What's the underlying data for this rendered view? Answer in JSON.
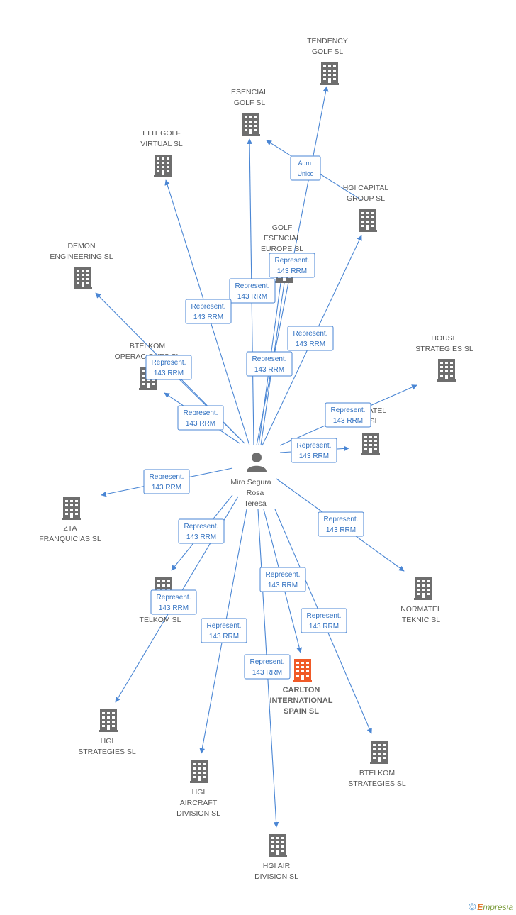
{
  "center": {
    "lines": [
      "Miro Segura",
      "Rosa",
      "Teresa"
    ]
  },
  "companies": [
    {
      "id": "tendency",
      "lines": [
        "TENDENCY",
        "GOLF  SL"
      ],
      "highlight": false
    },
    {
      "id": "esencial",
      "lines": [
        "ESENCIAL",
        "GOLF  SL"
      ],
      "highlight": false
    },
    {
      "id": "elit",
      "lines": [
        "ELIT GOLF",
        "VIRTUAL  SL"
      ],
      "highlight": false
    },
    {
      "id": "hgicapital",
      "lines": [
        "HGI CAPITAL",
        "GROUP SL"
      ],
      "highlight": false
    },
    {
      "id": "golfeurope",
      "lines": [
        "GOLF",
        "ESENCIAL",
        "EUROPE  SL"
      ],
      "highlight": false
    },
    {
      "id": "demon",
      "lines": [
        "DEMON",
        "ENGINEERING SL"
      ],
      "highlight": false
    },
    {
      "id": "btelkomop",
      "lines": [
        "BTELKOM",
        "OPERACIONES SL"
      ],
      "highlight": false
    },
    {
      "id": "house",
      "lines": [
        "HOUSE",
        "STRATEGIES SL"
      ],
      "highlight": false
    },
    {
      "id": "normatel",
      "lines": [
        "...ATEL",
        "SL"
      ],
      "highlight": false
    },
    {
      "id": "zta",
      "lines": [
        "ZTA",
        "FRANQUICIAS SL"
      ],
      "highlight": false
    },
    {
      "id": "nctelkom",
      "lines": [
        "NC...",
        "TELKOM SL"
      ],
      "highlight": false
    },
    {
      "id": "normatelteknic",
      "lines": [
        "NORMATEL",
        "TEKNIC SL"
      ],
      "highlight": false
    },
    {
      "id": "carlton",
      "lines": [
        "CARLTON",
        "INTERNATIONAL",
        "SPAIN SL"
      ],
      "highlight": true
    },
    {
      "id": "hgistrat",
      "lines": [
        "HGI",
        "STRATEGIES SL"
      ],
      "highlight": false
    },
    {
      "id": "btelkomstrat",
      "lines": [
        "BTELKOM",
        "STRATEGIES SL"
      ],
      "highlight": false
    },
    {
      "id": "hgiaircraft",
      "lines": [
        "HGI",
        "AIRCRAFT",
        "DIVISION SL"
      ],
      "highlight": false
    },
    {
      "id": "hgiair",
      "lines": [
        "HGI AIR",
        "DIVISION SL"
      ],
      "highlight": false
    }
  ],
  "relations": [
    {
      "id": "r1",
      "lines": [
        "Represent.",
        "143 RRM"
      ]
    },
    {
      "id": "r2",
      "lines": [
        "Represent.",
        "143 RRM"
      ]
    },
    {
      "id": "r3",
      "lines": [
        "Represent.",
        "143 RRM"
      ]
    },
    {
      "id": "r4",
      "lines": [
        "Represent.",
        "143 RRM"
      ]
    },
    {
      "id": "r5",
      "lines": [
        "Represent.",
        "143 RRM"
      ]
    },
    {
      "id": "r6",
      "lines": [
        "Represent.",
        "143 RRM"
      ]
    },
    {
      "id": "r7",
      "lines": [
        "Represent.",
        "143 RRM"
      ]
    },
    {
      "id": "r8",
      "lines": [
        "Represent.",
        "143 RRM"
      ]
    },
    {
      "id": "r9",
      "lines": [
        "Represent.",
        "143 RRM"
      ]
    },
    {
      "id": "r10",
      "lines": [
        "Represent.",
        "143 RRM"
      ]
    },
    {
      "id": "r11",
      "lines": [
        "Represent.",
        "143 RRM"
      ]
    },
    {
      "id": "r12",
      "lines": [
        "Represent.",
        "143 RRM"
      ]
    },
    {
      "id": "r13",
      "lines": [
        "Represent.",
        "143 RRM"
      ]
    },
    {
      "id": "r14",
      "lines": [
        "Represent.",
        "143 RRM"
      ]
    },
    {
      "id": "r15",
      "lines": [
        "Represent.",
        "143 RRM"
      ]
    },
    {
      "id": "r16",
      "lines": [
        "Represent.",
        "143 RRM"
      ]
    },
    {
      "id": "r17",
      "lines": [
        "Represent.",
        "143 RRM"
      ]
    },
    {
      "id": "adm",
      "lines": [
        "Adm.",
        "Unico"
      ]
    }
  ],
  "footer": {
    "copyright": "©",
    "brand_initial": "E",
    "brand_rest": "mpresia"
  },
  "colors": {
    "edge": "#4a86d4",
    "building": "#6e6e6e",
    "highlight": "#f05a28",
    "person": "#6e6e6e"
  }
}
